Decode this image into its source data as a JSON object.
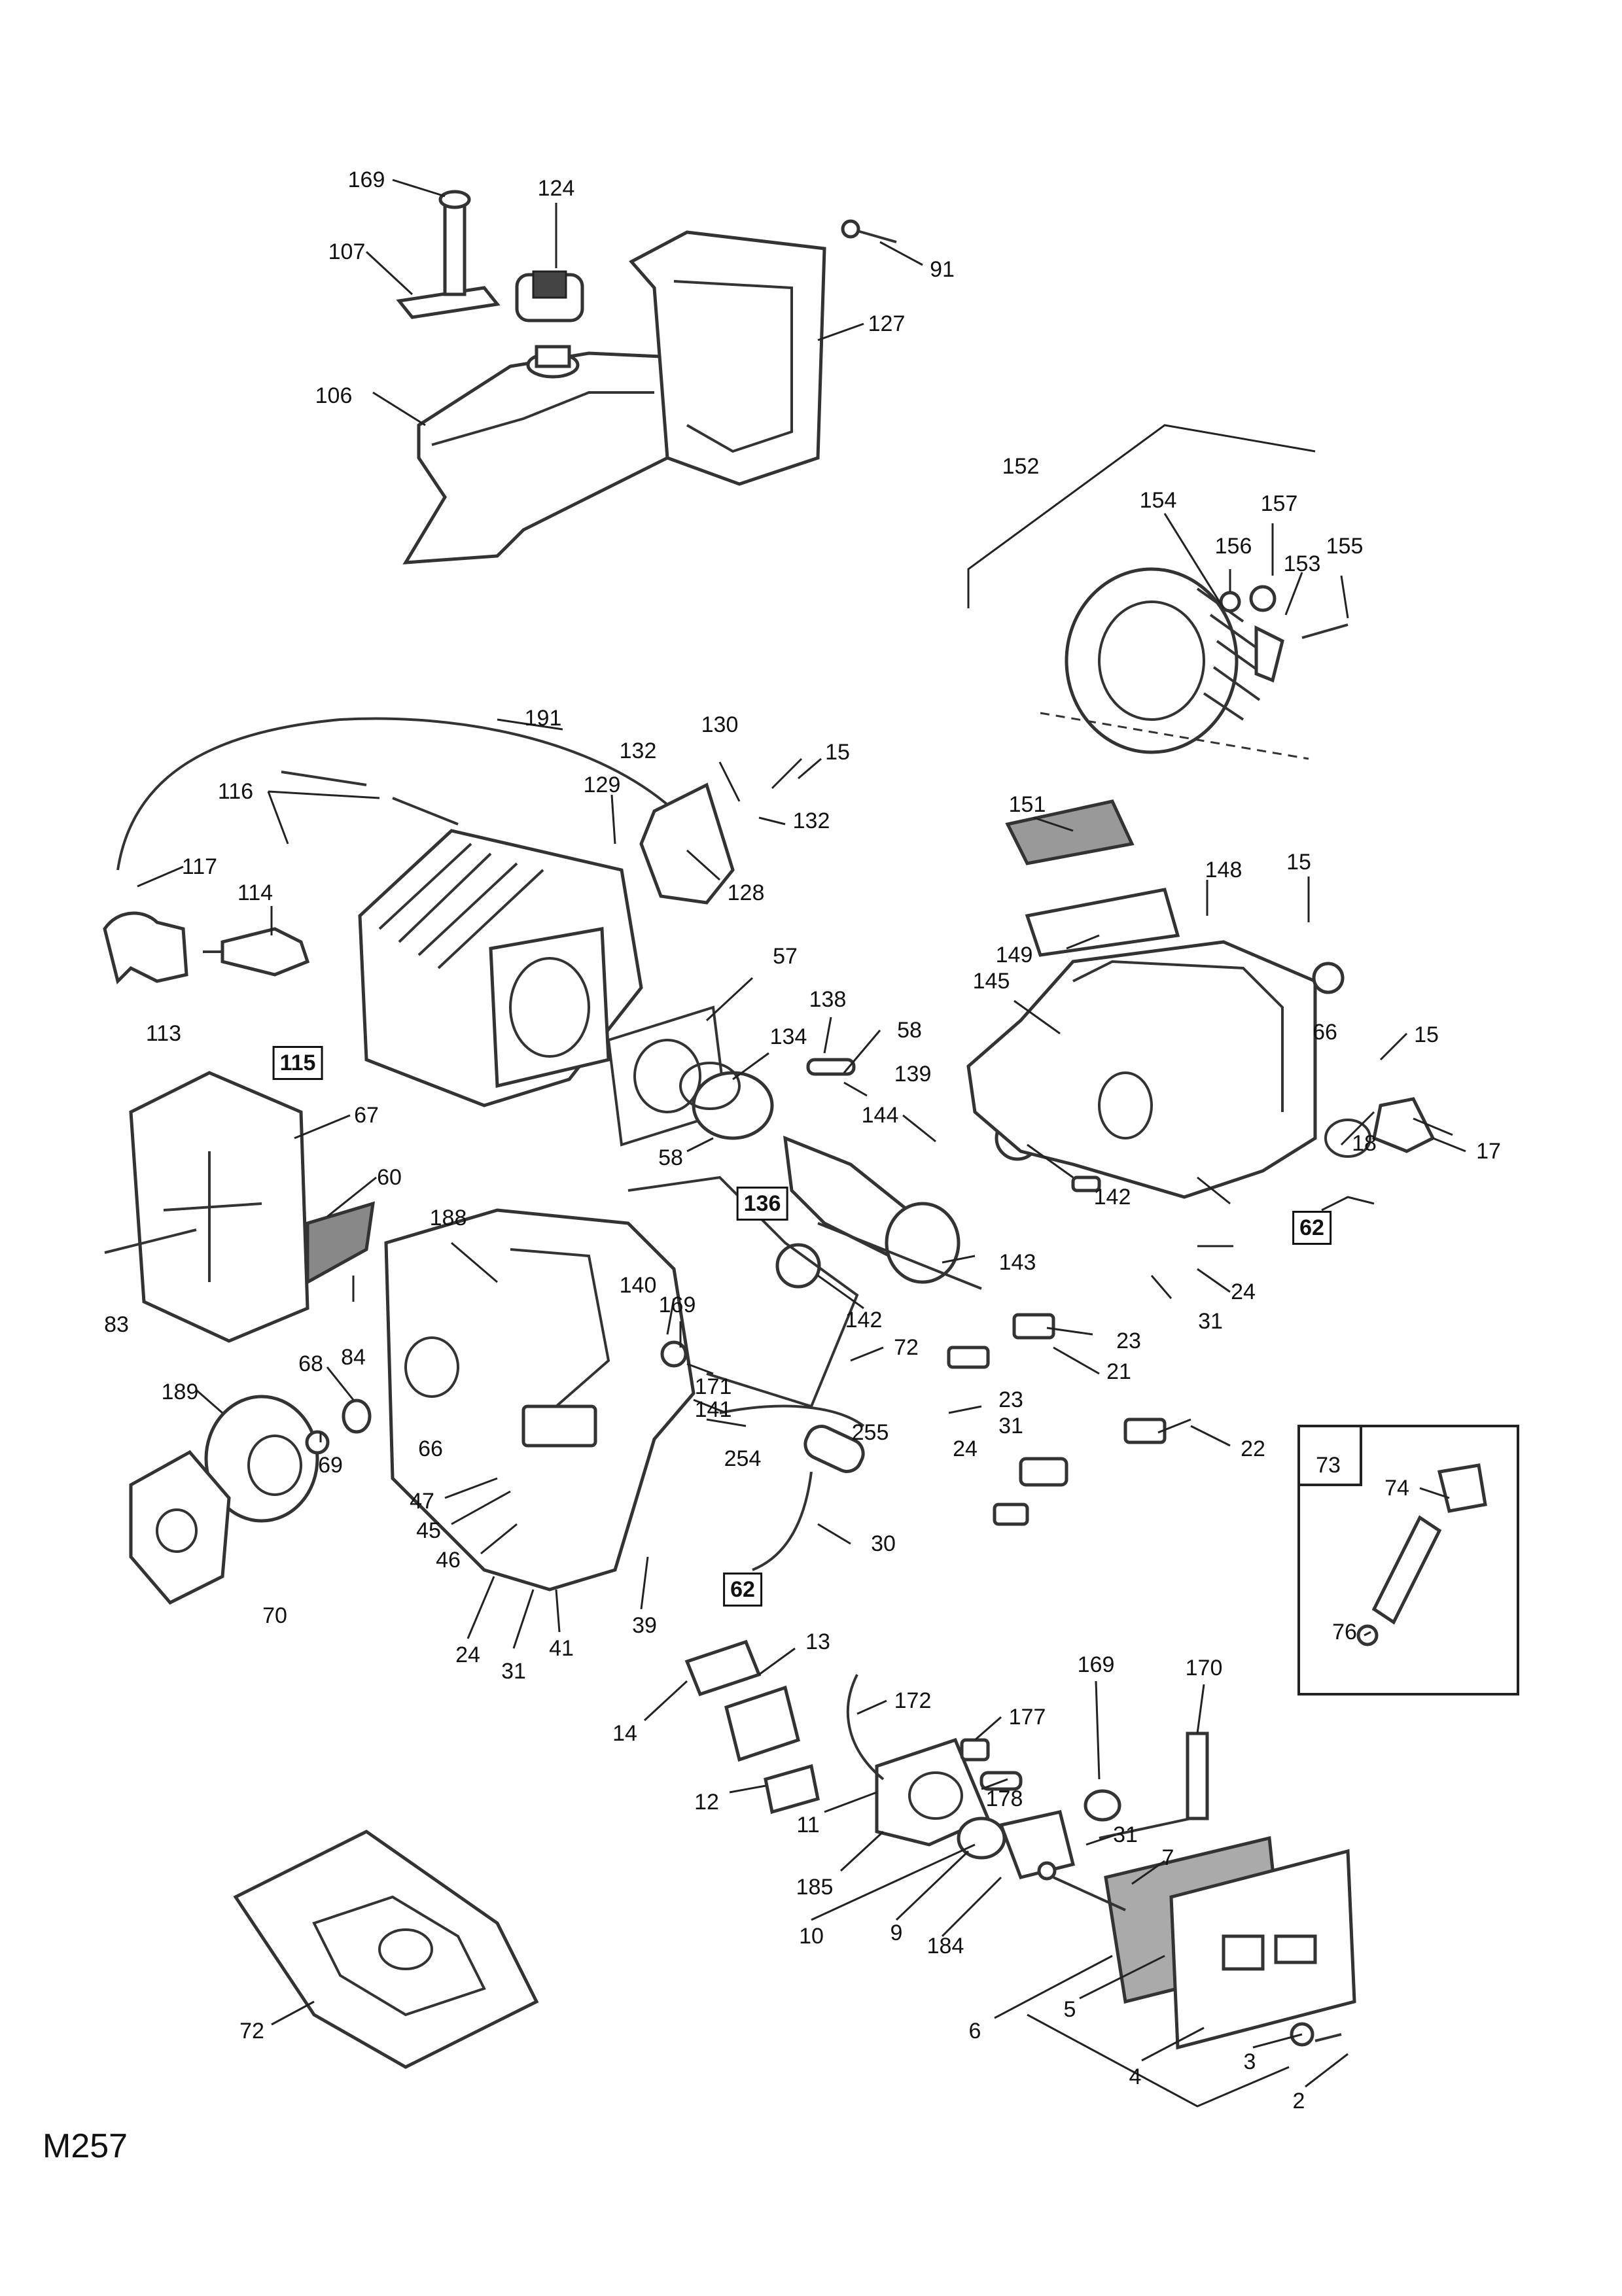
{
  "page_code": "M257",
  "labels": [
    {
      "id": "169a",
      "text": "169",
      "boxed": false
    },
    {
      "id": "124",
      "text": "124",
      "boxed": false
    },
    {
      "id": "107",
      "text": "107",
      "boxed": false
    },
    {
      "id": "91",
      "text": "91",
      "boxed": false
    },
    {
      "id": "127",
      "text": "127",
      "boxed": false
    },
    {
      "id": "106",
      "text": "106",
      "boxed": false
    },
    {
      "id": "152",
      "text": "152",
      "boxed": false
    },
    {
      "id": "154",
      "text": "154",
      "boxed": false
    },
    {
      "id": "157",
      "text": "157",
      "boxed": false
    },
    {
      "id": "156",
      "text": "156",
      "boxed": false
    },
    {
      "id": "153",
      "text": "153",
      "boxed": false
    },
    {
      "id": "155",
      "text": "155",
      "boxed": false
    },
    {
      "id": "191",
      "text": "191",
      "boxed": false
    },
    {
      "id": "130",
      "text": "130",
      "boxed": false
    },
    {
      "id": "132a",
      "text": "132",
      "boxed": false
    },
    {
      "id": "15a",
      "text": "15",
      "boxed": false
    },
    {
      "id": "132b",
      "text": "132",
      "boxed": false
    },
    {
      "id": "116",
      "text": "116",
      "boxed": false
    },
    {
      "id": "129",
      "text": "129",
      "boxed": false
    },
    {
      "id": "117",
      "text": "117",
      "boxed": false
    },
    {
      "id": "114",
      "text": "114",
      "boxed": false
    },
    {
      "id": "128",
      "text": "128",
      "boxed": false
    },
    {
      "id": "151",
      "text": "151",
      "boxed": false
    },
    {
      "id": "148",
      "text": "148",
      "boxed": false
    },
    {
      "id": "15b",
      "text": "15",
      "boxed": false
    },
    {
      "id": "149",
      "text": "149",
      "boxed": false
    },
    {
      "id": "113",
      "text": "113",
      "boxed": false
    },
    {
      "id": "115",
      "text": "115",
      "boxed": true
    },
    {
      "id": "57",
      "text": "57",
      "boxed": false
    },
    {
      "id": "138",
      "text": "138",
      "boxed": false
    },
    {
      "id": "58a",
      "text": "58",
      "boxed": false
    },
    {
      "id": "134",
      "text": "134",
      "boxed": false
    },
    {
      "id": "145",
      "text": "145",
      "boxed": false
    },
    {
      "id": "66a",
      "text": "66",
      "boxed": false
    },
    {
      "id": "15c",
      "text": "15",
      "boxed": false
    },
    {
      "id": "139",
      "text": "139",
      "boxed": false
    },
    {
      "id": "144",
      "text": "144",
      "boxed": false
    },
    {
      "id": "67",
      "text": "67",
      "boxed": false
    },
    {
      "id": "60",
      "text": "60",
      "boxed": false
    },
    {
      "id": "58b",
      "text": "58",
      "boxed": false
    },
    {
      "id": "136",
      "text": "136",
      "boxed": true
    },
    {
      "id": "142a",
      "text": "142",
      "boxed": false
    },
    {
      "id": "18",
      "text": "18",
      "boxed": false
    },
    {
      "id": "17",
      "text": "17",
      "boxed": false
    },
    {
      "id": "62a",
      "text": "62",
      "boxed": true
    },
    {
      "id": "188",
      "text": "188",
      "boxed": false
    },
    {
      "id": "83",
      "text": "83",
      "boxed": false
    },
    {
      "id": "140",
      "text": "140",
      "boxed": false
    },
    {
      "id": "169b",
      "text": "169",
      "boxed": false
    },
    {
      "id": "143",
      "text": "143",
      "boxed": false
    },
    {
      "id": "24a",
      "text": "24",
      "boxed": false
    },
    {
      "id": "142b",
      "text": "142",
      "boxed": false
    },
    {
      "id": "31a",
      "text": "31",
      "boxed": false
    },
    {
      "id": "84",
      "text": "84",
      "boxed": false
    },
    {
      "id": "23a",
      "text": "23",
      "boxed": false
    },
    {
      "id": "72a",
      "text": "72",
      "boxed": false
    },
    {
      "id": "21",
      "text": "21",
      "boxed": false
    },
    {
      "id": "68",
      "text": "68",
      "boxed": false
    },
    {
      "id": "171",
      "text": "171",
      "boxed": false
    },
    {
      "id": "189",
      "text": "189",
      "boxed": false
    },
    {
      "id": "141",
      "text": "141",
      "boxed": false
    },
    {
      "id": "23b",
      "text": "23",
      "boxed": false
    },
    {
      "id": "66b",
      "text": "66",
      "boxed": false
    },
    {
      "id": "31b",
      "text": "31",
      "boxed": false
    },
    {
      "id": "255",
      "text": "255",
      "boxed": false
    },
    {
      "id": "24b",
      "text": "24",
      "boxed": false
    },
    {
      "id": "254",
      "text": "254",
      "boxed": false
    },
    {
      "id": "22",
      "text": "22",
      "boxed": false
    },
    {
      "id": "73",
      "text": "73",
      "boxed": false
    },
    {
      "id": "69",
      "text": "69",
      "boxed": false
    },
    {
      "id": "74",
      "text": "74",
      "boxed": false
    },
    {
      "id": "47",
      "text": "47",
      "boxed": false
    },
    {
      "id": "45",
      "text": "45",
      "boxed": false
    },
    {
      "id": "30",
      "text": "30",
      "boxed": false
    },
    {
      "id": "46",
      "text": "46",
      "boxed": false
    },
    {
      "id": "62b",
      "text": "62",
      "boxed": true
    },
    {
      "id": "70",
      "text": "70",
      "boxed": false
    },
    {
      "id": "76",
      "text": "76",
      "boxed": false
    },
    {
      "id": "39",
      "text": "39",
      "boxed": false
    },
    {
      "id": "24c",
      "text": "24",
      "boxed": false
    },
    {
      "id": "41",
      "text": "41",
      "boxed": false
    },
    {
      "id": "31c",
      "text": "31",
      "boxed": false
    },
    {
      "id": "13",
      "text": "13",
      "boxed": false
    },
    {
      "id": "14",
      "text": "14",
      "boxed": false
    },
    {
      "id": "172",
      "text": "172",
      "boxed": false
    },
    {
      "id": "169c",
      "text": "169",
      "boxed": false
    },
    {
      "id": "170",
      "text": "170",
      "boxed": false
    },
    {
      "id": "177",
      "text": "177",
      "boxed": false
    },
    {
      "id": "12",
      "text": "12",
      "boxed": false
    },
    {
      "id": "178",
      "text": "178",
      "boxed": false
    },
    {
      "id": "11",
      "text": "11",
      "boxed": false
    },
    {
      "id": "31d",
      "text": "31",
      "boxed": false
    },
    {
      "id": "7",
      "text": "7",
      "boxed": false
    },
    {
      "id": "185",
      "text": "185",
      "boxed": false
    },
    {
      "id": "10",
      "text": "10",
      "boxed": false
    },
    {
      "id": "9",
      "text": "9",
      "boxed": false
    },
    {
      "id": "184",
      "text": "184",
      "boxed": false
    },
    {
      "id": "6",
      "text": "6",
      "boxed": false
    },
    {
      "id": "5",
      "text": "5",
      "boxed": false
    },
    {
      "id": "72b",
      "text": "72",
      "boxed": false
    },
    {
      "id": "4",
      "text": "4",
      "boxed": false
    },
    {
      "id": "3",
      "text": "3",
      "boxed": false
    },
    {
      "id": "2",
      "text": "2",
      "boxed": false
    }
  ]
}
